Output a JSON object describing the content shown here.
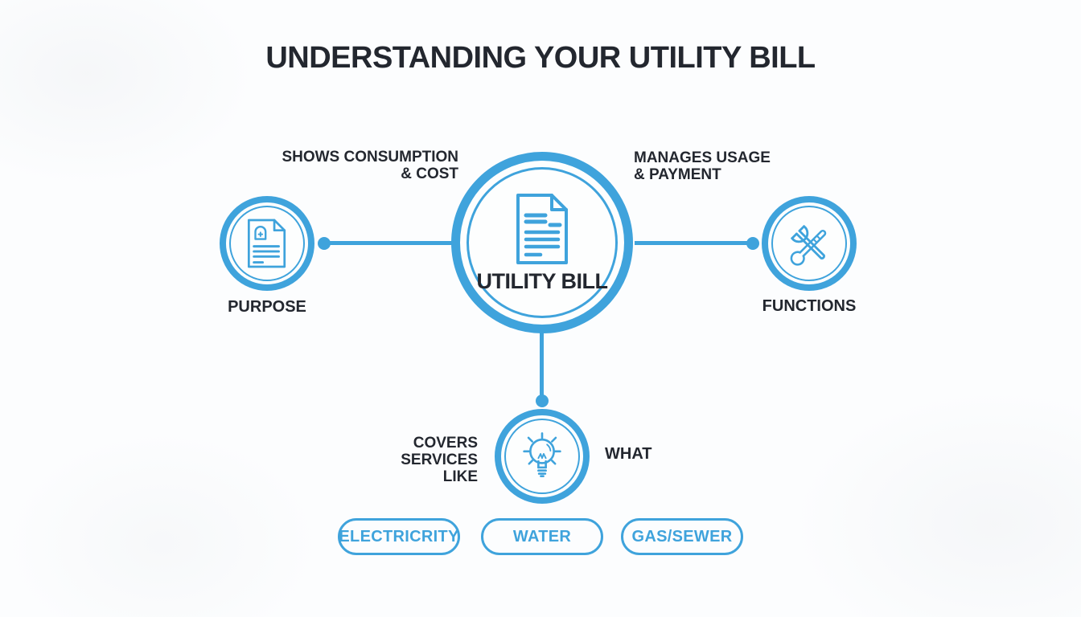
{
  "title": "UNDERSTANDING YOUR UTILITY BILL",
  "colors": {
    "accent": "#3FA3DC",
    "text_dark": "#23272F",
    "background": "#FCFDFE"
  },
  "center_node": {
    "label": "UTILITY BILL",
    "icon": "bill-document-icon"
  },
  "nodes": {
    "purpose": {
      "label": "PURPOSE",
      "icon": "invoice-document-icon",
      "annotation_lines": [
        "SHOWS CONSUMPTION",
        "& COST"
      ]
    },
    "functions": {
      "label": "FUNCTIONS",
      "icon": "wrench-screwdriver-icon",
      "annotation_lines": [
        "MANAGES USAGE",
        "& PAYMENT"
      ]
    },
    "what": {
      "label": "WHAT",
      "icon": "lightbulb-icon",
      "annotation_lines": [
        "COVERS",
        "SERVICES",
        "LIKE"
      ]
    }
  },
  "services": [
    "ELECTRICRITY",
    "WATER",
    "GAS/SEWER"
  ]
}
